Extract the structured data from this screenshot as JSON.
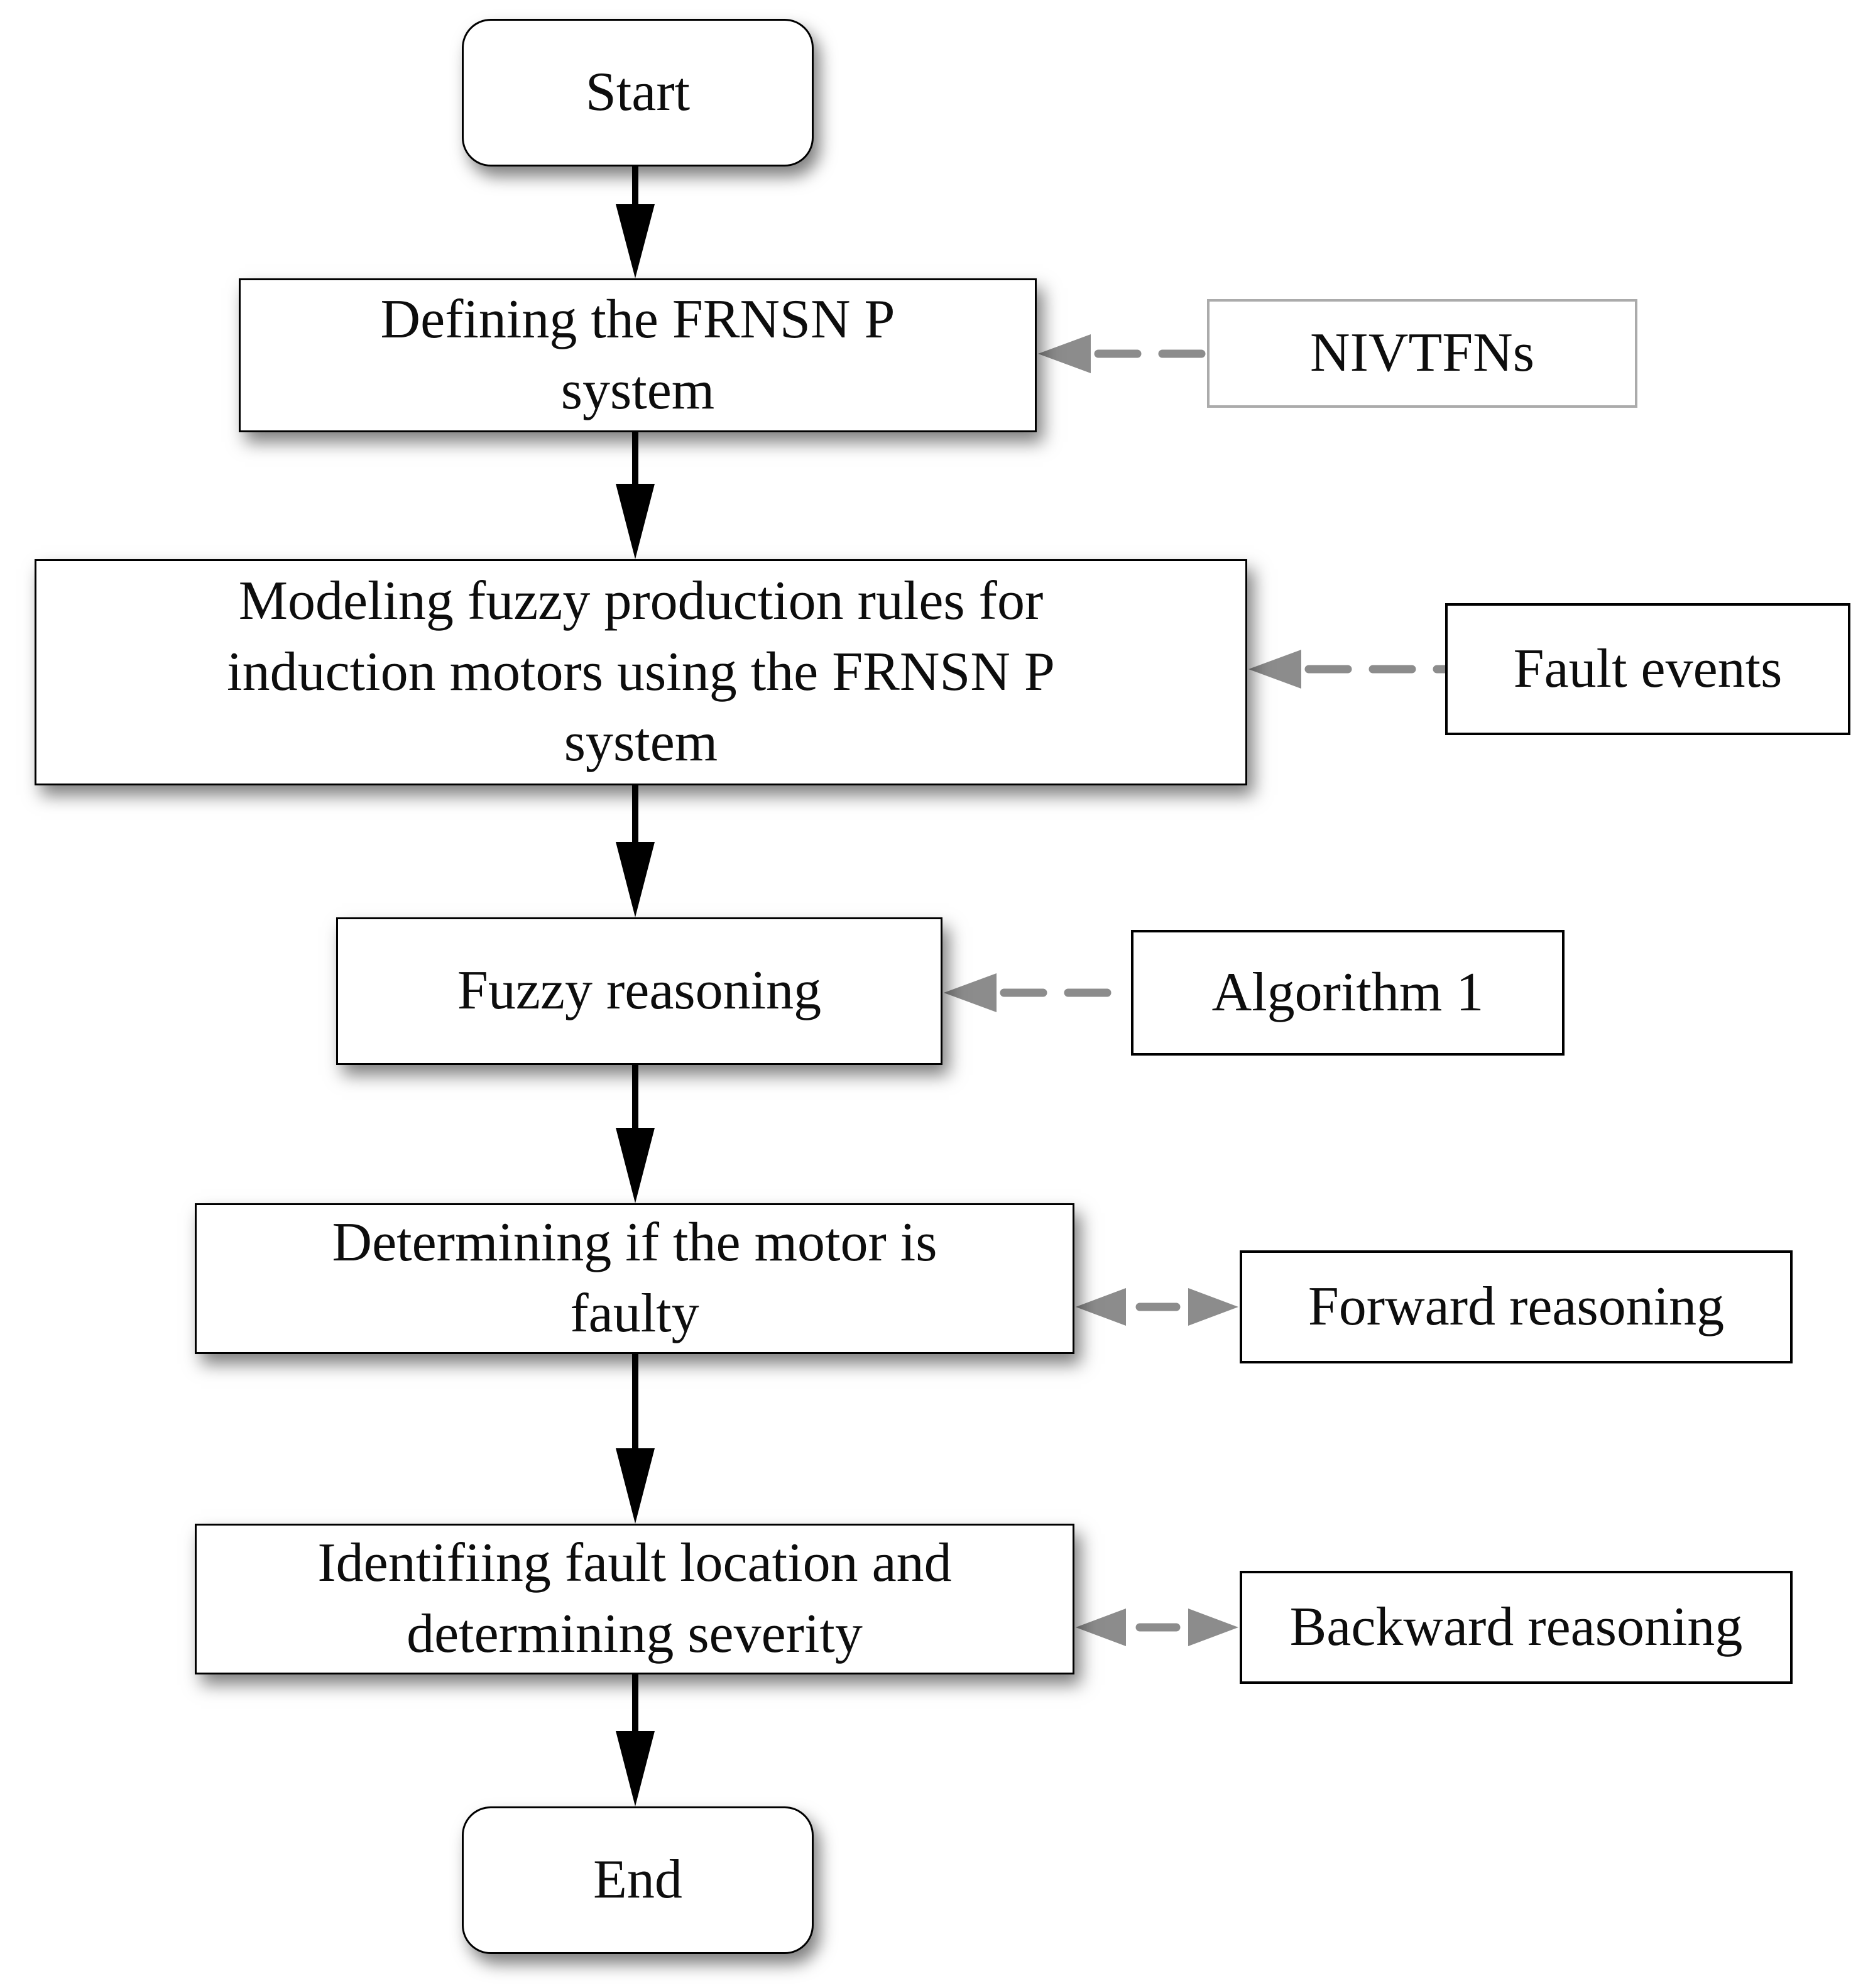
{
  "flowchart": {
    "nodes": {
      "start": {
        "label": "Start",
        "type": "terminator"
      },
      "defining": {
        "label": "Defining the FRNSN P\nsystem",
        "type": "process"
      },
      "modeling": {
        "label": "Modeling fuzzy production rules for\ninduction motors using the FRNSN P\nsystem",
        "type": "process"
      },
      "fuzzy": {
        "label": "Fuzzy reasoning",
        "type": "process"
      },
      "determining": {
        "label": "Determining if the motor is\nfaulty",
        "type": "process"
      },
      "identifying": {
        "label": "Identifiing fault location and\ndetermining severity",
        "type": "process"
      },
      "end": {
        "label": "End",
        "type": "terminator"
      }
    },
    "annotations": {
      "nivtfns": {
        "label": "NIVTFNs",
        "points_to": "defining",
        "arrow": "single-left"
      },
      "fault_events": {
        "label": "Fault events",
        "points_to": "modeling",
        "arrow": "single-left"
      },
      "algorithm_1": {
        "label": "Algorithm 1",
        "points_to": "fuzzy",
        "arrow": "single-left"
      },
      "forward_reasoning": {
        "label": "Forward reasoning",
        "points_to": "determining",
        "arrow": "double"
      },
      "backward_reasoning": {
        "label": "Backward reasoning",
        "points_to": "identifying",
        "arrow": "double"
      }
    },
    "colors": {
      "background": "#ffffff",
      "node_border": "#000000",
      "nivtfns_border": "#ababab",
      "flow_connector": "#000000",
      "dashed_connector": "#8c8c8c",
      "text": "#0d0d0d"
    }
  }
}
